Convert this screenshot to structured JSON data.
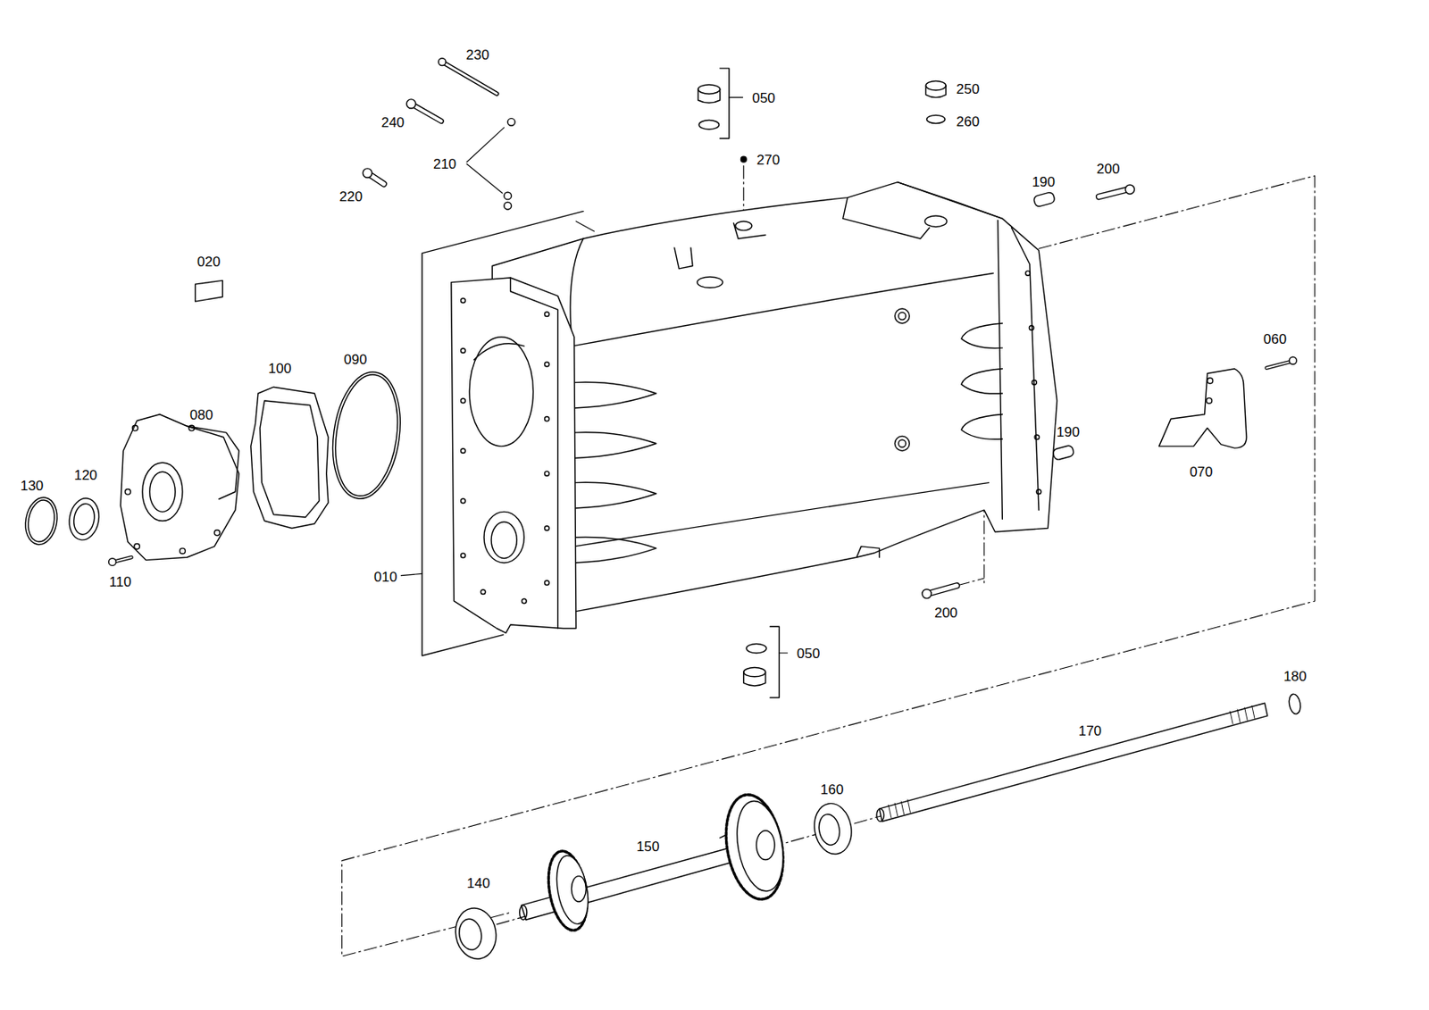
{
  "diagram": {
    "labels": [
      "230",
      "050",
      "250",
      "240",
      "260",
      "210",
      "270",
      "220",
      "190",
      "200",
      "020",
      "060",
      "100",
      "090",
      "080",
      "190",
      "130",
      "120",
      "070",
      "110",
      "010",
      "200",
      "050",
      "180",
      "170",
      "160",
      "150",
      "140"
    ]
  }
}
